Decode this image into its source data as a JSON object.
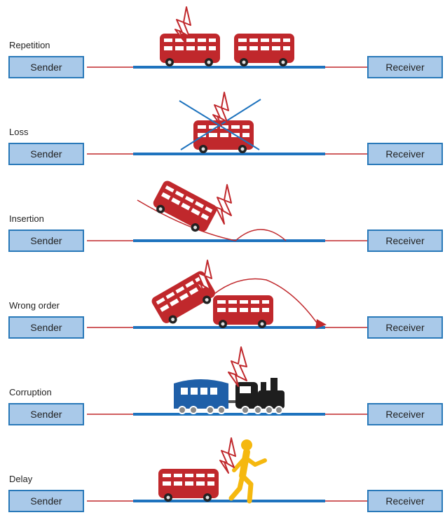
{
  "colors": {
    "wire": "#c0282c",
    "track": "#1e73be",
    "box_fill": "#a9c9e9",
    "box_border": "#2979b9",
    "bus": "#c0282c",
    "lightning": "#c0282c",
    "carriage": "#1f5fa8",
    "engine": "#1e1e1e",
    "person": "#f5b80f"
  },
  "rows": [
    {
      "label": "Repetition",
      "sender": "Sender",
      "receiver": "Receiver",
      "icons": [
        "lightning-icon",
        "bus-icon",
        "bus-icon"
      ]
    },
    {
      "label": "Loss",
      "sender": "Sender",
      "receiver": "Receiver",
      "icons": [
        "lightning-icon",
        "bus-icon",
        "cross-icon"
      ]
    },
    {
      "label": "Insertion",
      "sender": "Sender",
      "receiver": "Receiver",
      "icons": [
        "lightning-icon",
        "bus-icon",
        "ramp-icon"
      ]
    },
    {
      "label": "Wrong order",
      "sender": "Sender",
      "receiver": "Receiver",
      "icons": [
        "lightning-icon",
        "bus-icon",
        "bus-icon",
        "arrow-icon"
      ]
    },
    {
      "label": "Corruption",
      "sender": "Sender",
      "receiver": "Receiver",
      "icons": [
        "lightning-icon",
        "carriage-icon",
        "locomotive-icon"
      ]
    },
    {
      "label": "Delay",
      "sender": "Sender",
      "receiver": "Receiver",
      "icons": [
        "lightning-icon",
        "bus-icon",
        "person-icon"
      ]
    }
  ]
}
